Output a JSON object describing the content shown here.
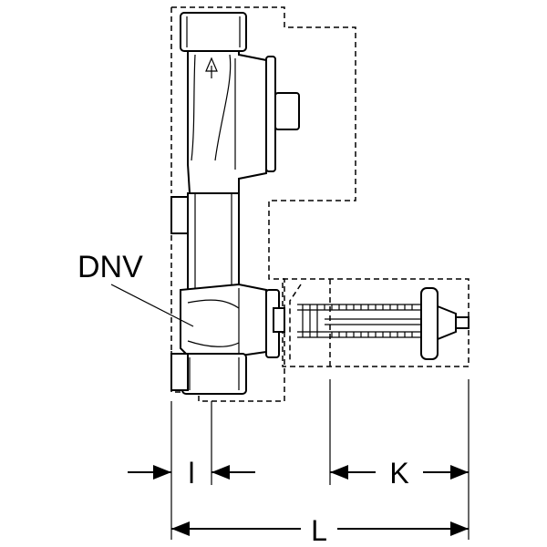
{
  "labels": {
    "component": "DNV",
    "dim_l_small": "l",
    "dim_k": "K",
    "dim_l": "L"
  },
  "colors": {
    "line": "#000000",
    "background": "#ffffff"
  },
  "icons": {
    "flow_arrow": "arrow-up-icon"
  }
}
